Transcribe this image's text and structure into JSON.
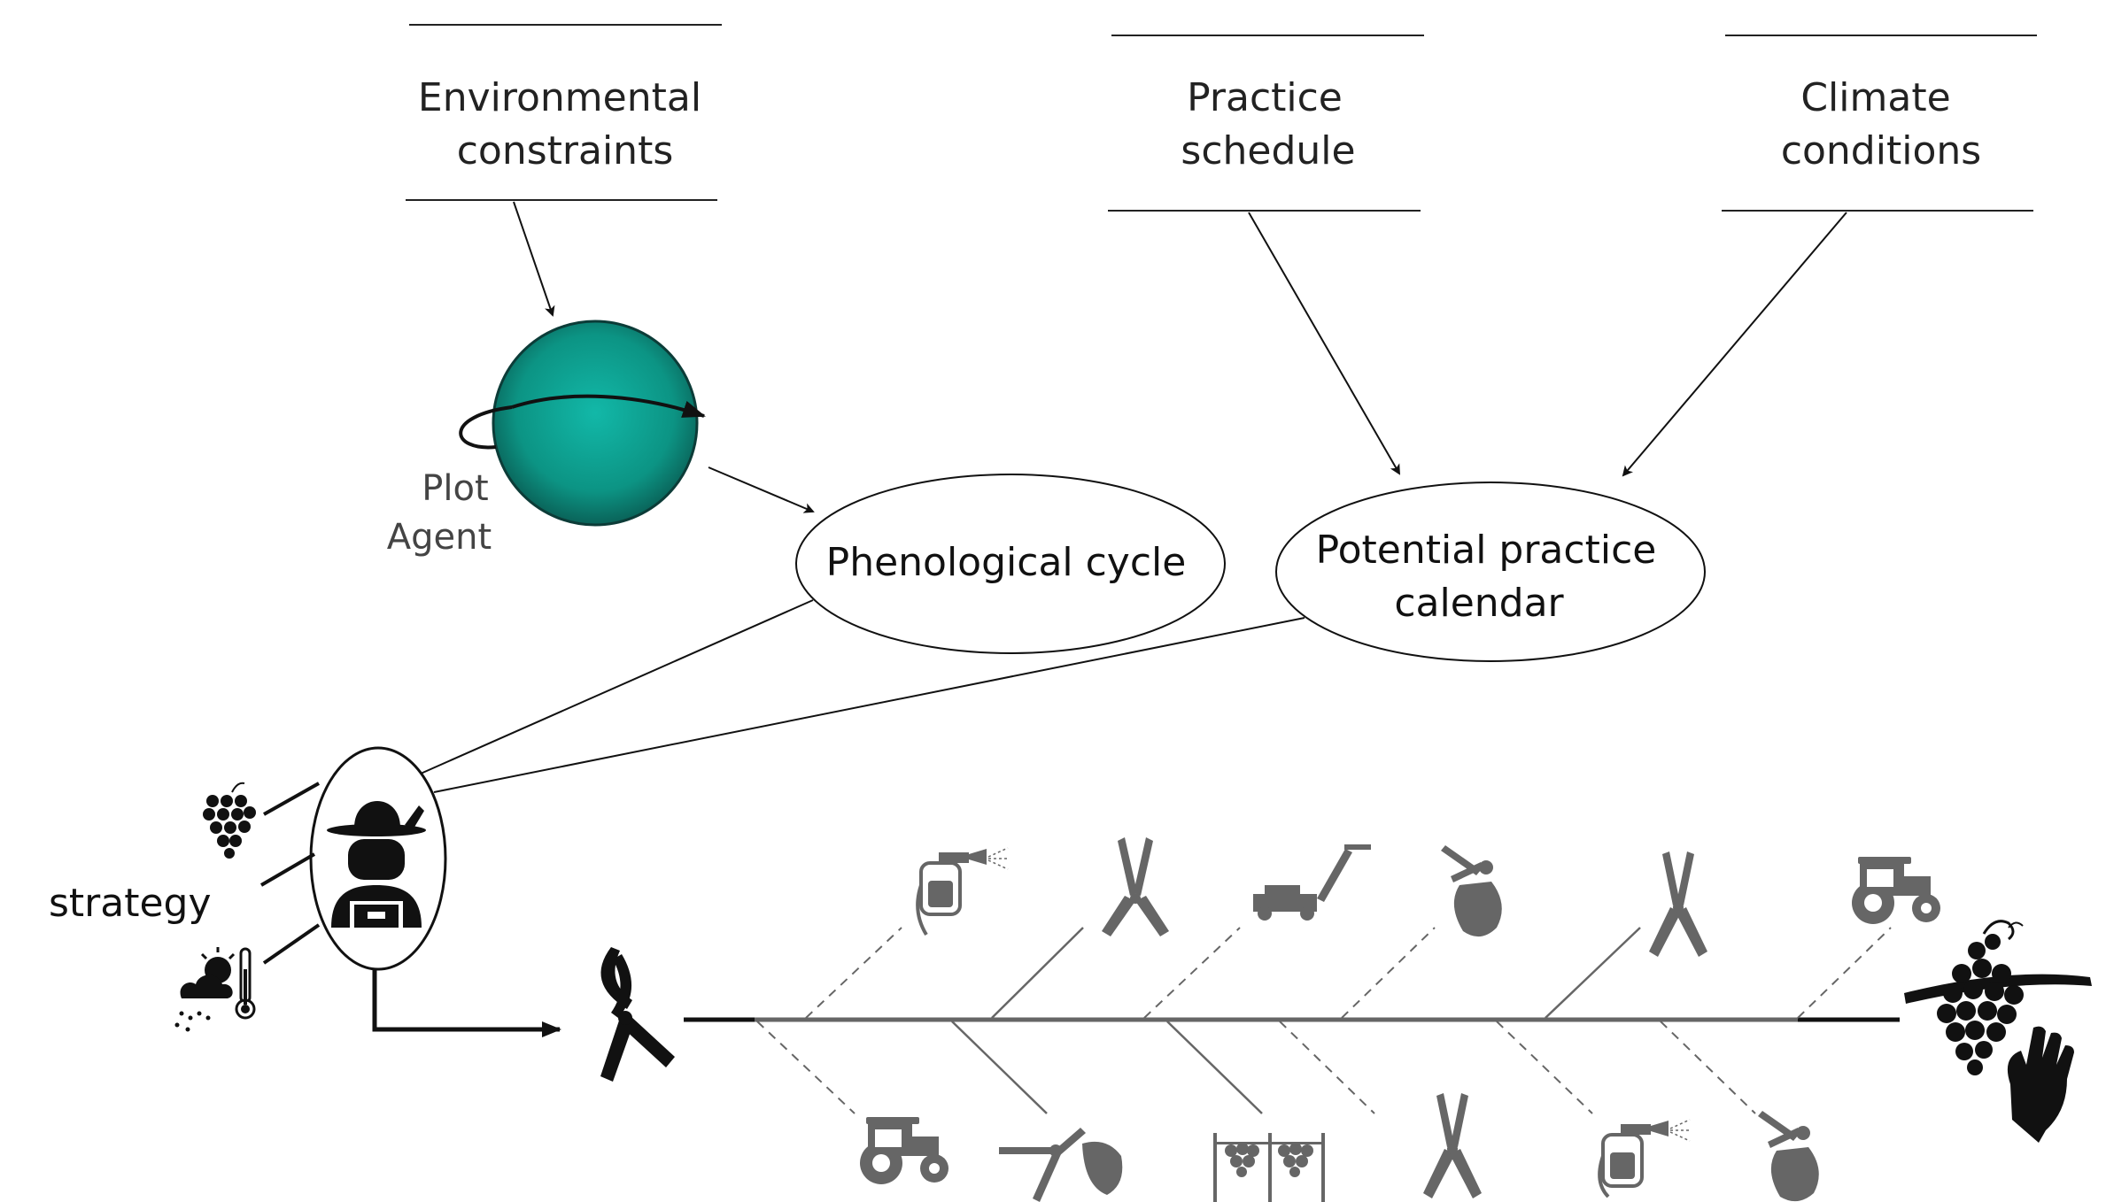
{
  "boxes": {
    "environmental": [
      "Environmental",
      "constraints"
    ],
    "practice": [
      "Practice",
      "schedule"
    ],
    "climate": [
      "Climate",
      "conditions"
    ]
  },
  "plot_agent": [
    "Plot",
    "Agent"
  ],
  "ellipses": {
    "phenological": "Phenological cycle",
    "calendar": [
      "Potential practice",
      "calendar"
    ]
  },
  "strategy": "strategy",
  "colors": {
    "ink": "#111111",
    "grey": "#555555",
    "teal_center": "#0fb3a4",
    "teal_edge": "#0a6b62",
    "label": "#222222"
  },
  "icons": {
    "top_row": [
      "sprayer-icon",
      "shears-icon",
      "lawnmower-icon",
      "leaf-trimmer-icon",
      "shears-icon",
      "tractor-icon"
    ],
    "bottom_row": [
      "tractor-icon",
      "hedge-trimmer-icon",
      "vine-trellis-icon",
      "shears-icon",
      "sprayer-icon",
      "leaf-trimmer-icon"
    ],
    "start": "pruning-shears-icon",
    "end": "grape-harvest-icon",
    "farmer_inputs": [
      "grapes-icon",
      "weather-thermometer-icon"
    ]
  }
}
